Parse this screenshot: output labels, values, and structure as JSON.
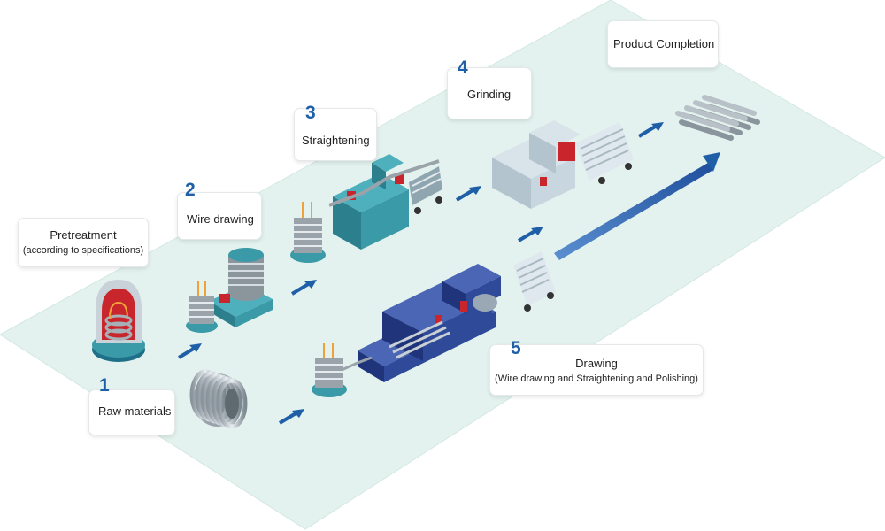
{
  "steps": {
    "raw": {
      "number": "1",
      "label": "Raw materials"
    },
    "pretreatment": {
      "label": "Pretreatment",
      "sublabel": "(according to specifications)"
    },
    "wire_drawing": {
      "number": "2",
      "label": "Wire drawing"
    },
    "straightening": {
      "number": "3",
      "label": "Straightening"
    },
    "grinding": {
      "number": "4",
      "label": "Grinding"
    },
    "drawing": {
      "number": "5",
      "label": "Drawing",
      "sublabel": "(Wire drawing and Straightening and Polishing)"
    },
    "completion": {
      "label": "Product Completion"
    }
  },
  "colors": {
    "floor": "#e3f2ee",
    "teal_machine": "#3a9aa8",
    "navy_machine": "#2e4a99",
    "grey_machine": "#c7d6df",
    "accent_red": "#c9252c",
    "arrow_blue": "#1f5fa8",
    "number_blue": "#1f5fa8"
  }
}
